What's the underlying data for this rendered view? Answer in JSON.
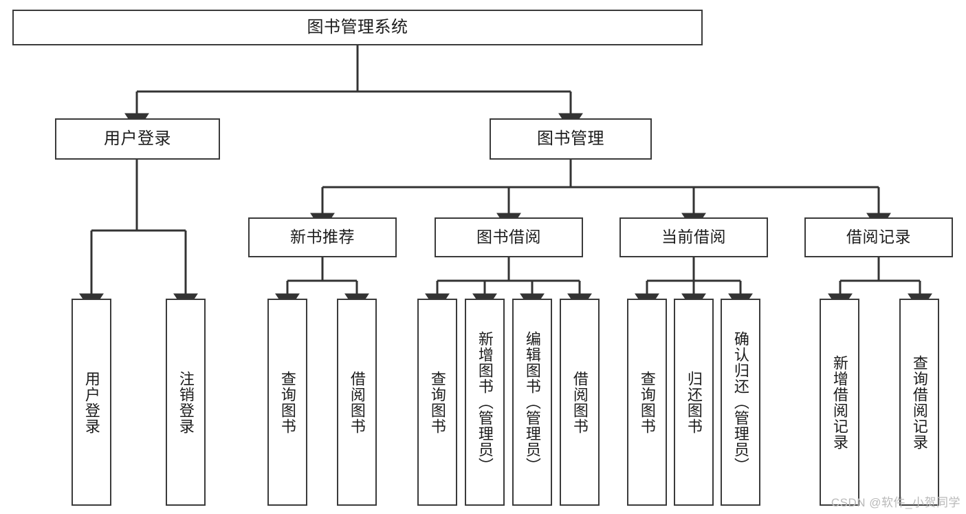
{
  "diagram": {
    "title": "图书管理系统",
    "type": "tree",
    "watermark": "CSDN @软件_小贺同学",
    "colors": {
      "box_border": "#3a3a3a",
      "box_fill": "#ffffff",
      "edge": "#333333",
      "text": "#1c1c1c",
      "watermark": "#b9b9b9",
      "background": "#ffffff"
    },
    "nodes": {
      "root": {
        "label": "图书管理系统",
        "level": 1
      },
      "user_login": {
        "label": "用户登录",
        "level": 2
      },
      "book_manage": {
        "label": "图书管理",
        "level": 2
      },
      "new_book_rec": {
        "label": "新书推荐",
        "level": 3
      },
      "book_borrow": {
        "label": "图书借阅",
        "level": 3
      },
      "current_borrow": {
        "label": "当前借阅",
        "level": 3
      },
      "borrow_record": {
        "label": "借阅记录",
        "level": 3
      },
      "leaf_user_login": {
        "label": "用户登录",
        "level": 4
      },
      "leaf_logout": {
        "label": "注销登录",
        "level": 4
      },
      "leaf_query_book_1": {
        "label": "查询图书",
        "level": 4
      },
      "leaf_borrow_book_1": {
        "label": "借阅图书",
        "level": 4
      },
      "leaf_query_book_2": {
        "label": "查询图书",
        "level": 4
      },
      "leaf_add_book": {
        "label": "新增图书（管理员）",
        "level": 4
      },
      "leaf_edit_book": {
        "label": "编辑图书（管理员）",
        "level": 4
      },
      "leaf_borrow_book_2": {
        "label": "借阅图书",
        "level": 4
      },
      "leaf_query_book_3": {
        "label": "查询图书",
        "level": 4
      },
      "leaf_return_book": {
        "label": "归还图书",
        "level": 4
      },
      "leaf_confirm_return": {
        "label": "确认归还（管理员）",
        "level": 4
      },
      "leaf_add_record": {
        "label": "新增借阅记录",
        "level": 4
      },
      "leaf_query_record": {
        "label": "查询借阅记录",
        "level": 4
      }
    }
  }
}
